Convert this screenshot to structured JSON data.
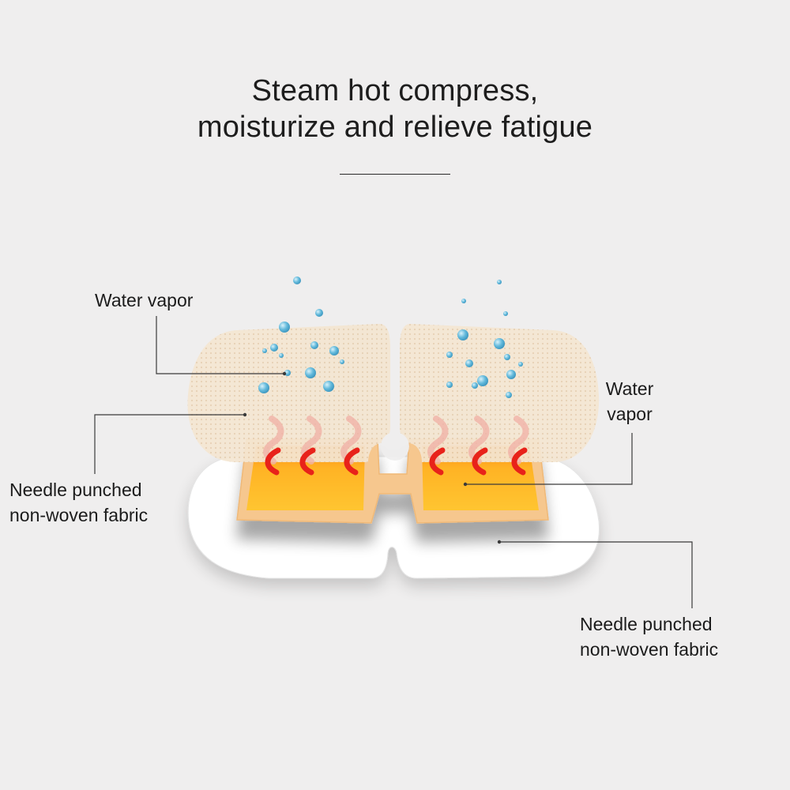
{
  "title": {
    "line1": "Steam hot compress,",
    "line2": "moisturize and relieve fatigue"
  },
  "labels": {
    "water_vapor_left": "Water vapor",
    "water_vapor_right_line1": "Water",
    "water_vapor_right_line2": "vapor",
    "fabric_left_line1": "Needle punched",
    "fabric_left_line2": "non-woven fabric",
    "fabric_right_line1": "Needle punched",
    "fabric_right_line2": "non-woven fabric"
  },
  "colors": {
    "background": "#efeeee",
    "fabric_top": "#f3e3cf",
    "heating_pad": "#ffb321",
    "heating_frame": "#f6c990",
    "heat_wave": "#e8221a",
    "vapor_bubble": "#5fb6d8",
    "base_layer": "#ffffff"
  }
}
